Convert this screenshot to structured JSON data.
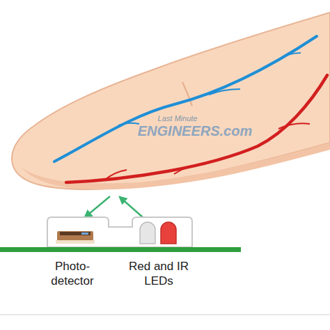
{
  "diagram": {
    "labels": [
      "Last Minute",
      "ENGINEERS.com",
      "Photo- detector",
      "Red and IR LEDs"
    ]
  }
}
